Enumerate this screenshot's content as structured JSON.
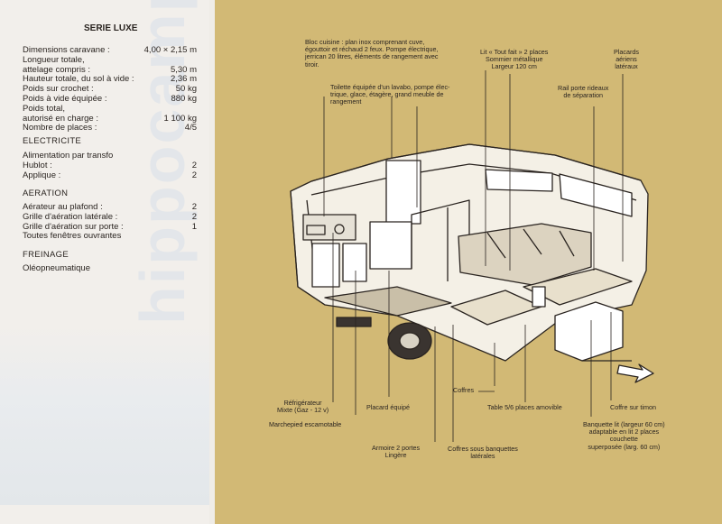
{
  "series_title": "SERIE LUXE",
  "watermark": "hippocamp",
  "specs": [
    {
      "label": "Dimensions caravane :",
      "value": "4,00 × 2,15 m"
    },
    {
      "label": "Longueur totale,",
      "value": ""
    },
    {
      "label": "attelage compris :",
      "value": "5,30 m"
    },
    {
      "label": "Hauteur totale, du sol à vide :",
      "value": "2,36 m"
    },
    {
      "label": "Poids sur crochet :",
      "value": "50 kg"
    },
    {
      "label": "Poids à vide équipée :",
      "value": "880 kg"
    },
    {
      "label": "Poids total,",
      "value": ""
    },
    {
      "label": "autorisé en charge :",
      "value": "1 100 kg"
    },
    {
      "label": "Nombre de places :",
      "value": "4/5"
    }
  ],
  "electricite": {
    "title": "ELECTRICITE",
    "items": [
      {
        "label": "Alimentation par transfo",
        "value": ""
      },
      {
        "label": "Hublot :",
        "value": "2"
      },
      {
        "label": "Applique :",
        "value": "2"
      }
    ]
  },
  "aeration": {
    "title": "AERATION",
    "items": [
      {
        "label": "Aérateur au plafond :",
        "value": "2"
      },
      {
        "label": "Grille d'aération latérale :",
        "value": "2"
      },
      {
        "label": "Grille d'aération sur porte :",
        "value": "1"
      },
      {
        "label": "Toutes fenêtres ouvrantes",
        "value": ""
      }
    ]
  },
  "freinage": {
    "title": "FREINAGE",
    "item": "Oléopneumatique"
  },
  "labels": {
    "bloc_cuisine": "Bloc cuisine : plan inox comprenant cuve,\négouttoir et réchaud 2 feux. Pompe électrique,\njerrican 20 litres, éléments de rangement avec\ntiroir.",
    "lit": "Lit « Tout fait » 2 places\nSommier métallique\nLargeur 120 cm",
    "placards": "Placards\naériens\nlatéraux",
    "toilette": "Toilette équipée d'un lavabo, pompe élec-\ntrique, glace, étagère, grand meuble de\nrangement",
    "rail": "Rail porte rideaux\nde séparation",
    "refrigerateur": "Réfrigérateur\nMixte (Gaz - 12 v)",
    "marchepied": "Marchepied escamotable",
    "placard_equipe": "Placard équipé",
    "coffres": "Coffres",
    "table": "Table 5/6 places amovible",
    "coffre_timon": "Coffre sur timon",
    "armoire": "Armoire 2 portes\nLingère",
    "coffres_banquettes": "Coffres sous banquettes\nlatérales",
    "banquette": "Banquette lit (largeur 60 cm)\nadaptable en lit 2 places\ncouchette\nsuperposée (larg. 60 cm)"
  },
  "colors": {
    "right_bg": "#d2b975",
    "left_bg": "#f2efeb",
    "ink": "#2a2420"
  }
}
